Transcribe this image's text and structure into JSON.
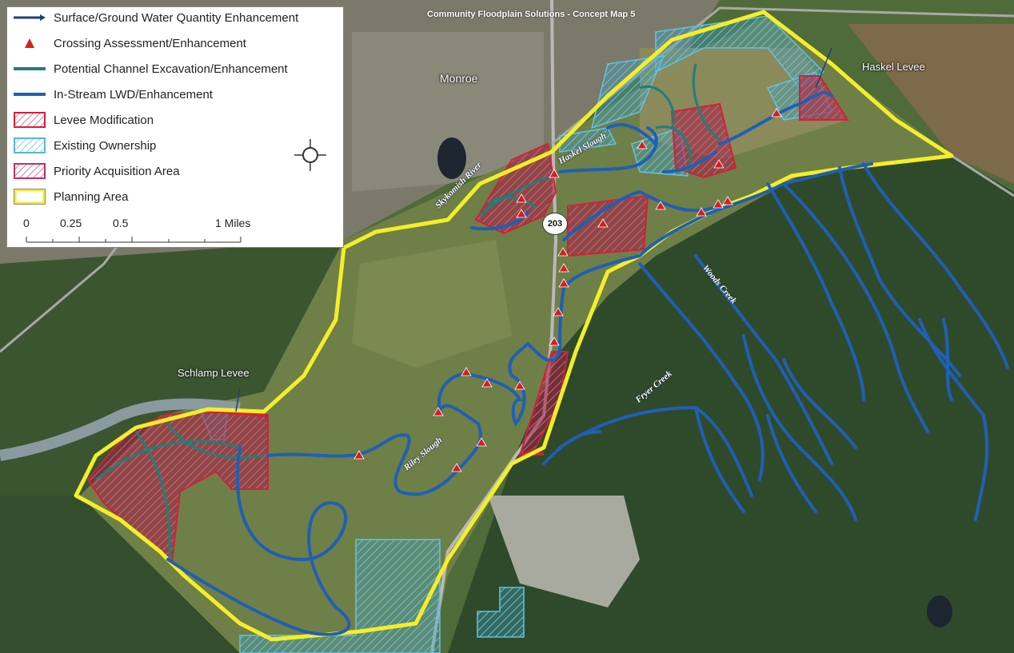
{
  "title": "Community Floodplain Solutions - Concept Map 5",
  "legend": {
    "items": [
      {
        "label": "Surface/Ground Water Quantity Enhancement",
        "icon": "arrow-line-icon",
        "color": "#1f3f7a"
      },
      {
        "label": "Crossing Assessment/Enhancement",
        "icon": "red-triangle-icon",
        "color": "#d21f1f"
      },
      {
        "label": "Potential Channel Excavation/Enhancement",
        "icon": "teal-line-icon",
        "color": "#1f7f7a"
      },
      {
        "label": "In-Stream LWD/Enhancement",
        "icon": "blue-line-icon",
        "color": "#1f5fb5"
      },
      {
        "label": "Levee Modification",
        "icon": "red-hatch-icon",
        "color": "#d0213a"
      },
      {
        "label": "Existing Ownership",
        "icon": "cyan-hatch-icon",
        "color": "#55b8d8"
      },
      {
        "label": "Priority Acquisition Area",
        "icon": "pink-hatch-icon",
        "color": "#c0306a"
      },
      {
        "label": "Planning Area",
        "icon": "yellow-outline-icon",
        "color": "#f4ee2a"
      }
    ],
    "scale": {
      "ticks": [
        "0",
        "0.25",
        "0.5",
        "1 Miles"
      ]
    }
  },
  "labels": {
    "town": "Monroe",
    "haskel_levee": "Haskel Levee",
    "schlamp_levee": "Schlamp Levee",
    "skykomish_river": "Skykomish River",
    "haskel_slough": "Haskel Slough",
    "riley_slough": "Riley Slough",
    "woods_creek": "Woods Creek",
    "fryer_creek": "Fryer Creek",
    "highway": "203"
  }
}
